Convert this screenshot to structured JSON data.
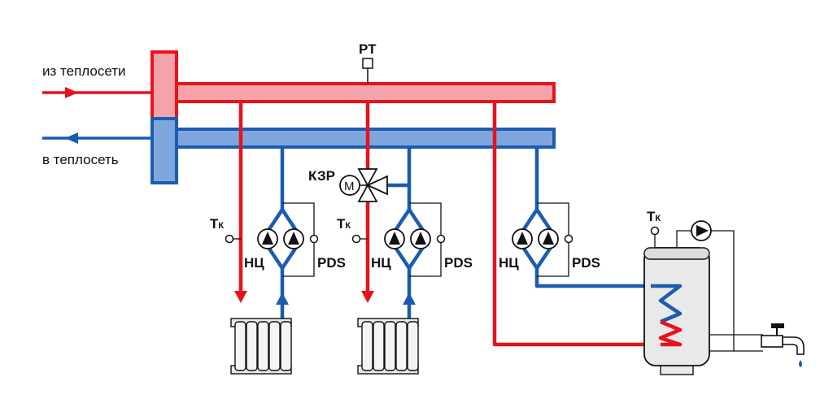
{
  "labels": {
    "supply_in": "из теплосети",
    "return_out": "в теплосеть",
    "pressure_regulator": "РТ",
    "valve_code": "КЗР",
    "motor": "М",
    "sensor_t": "Т",
    "sensor_k": "К",
    "pump_group": "НЦ",
    "pressure_switch": "PDS"
  },
  "colors": {
    "supply": "#e8121c",
    "supply_fill": "#f5a3ab",
    "return": "#1b5cb0",
    "return_fill": "#7fa6dc",
    "outline": "#111111",
    "device_fill": "#e9e9e9"
  }
}
